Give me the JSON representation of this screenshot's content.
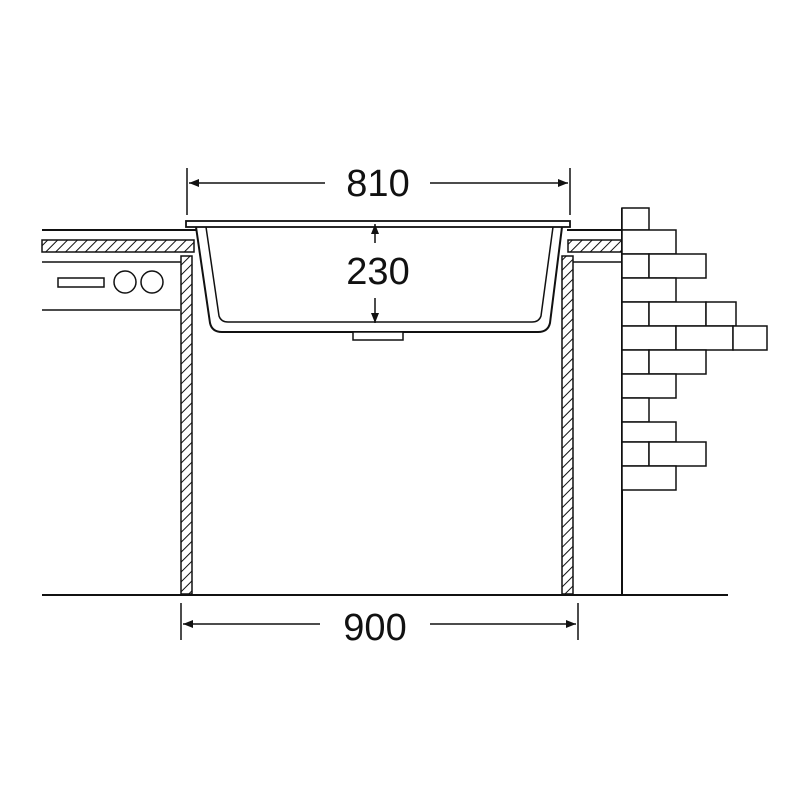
{
  "diagram": {
    "dimensions": {
      "top_width": "810",
      "depth": "230",
      "cabinet_width": "900"
    }
  }
}
